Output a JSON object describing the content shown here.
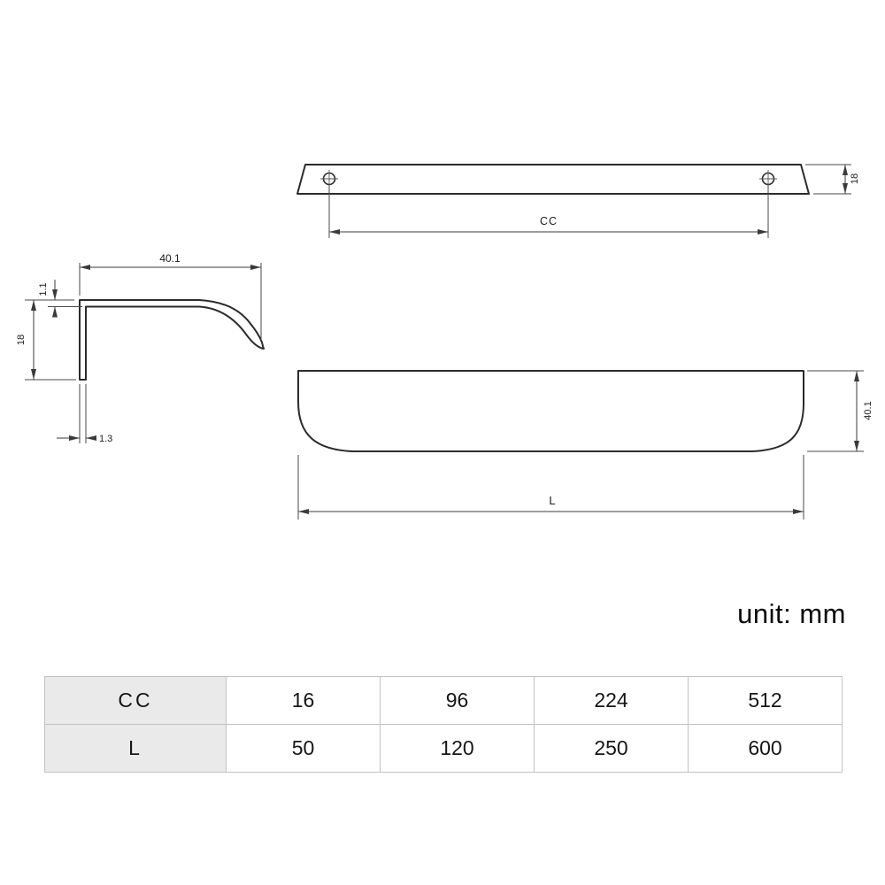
{
  "unit_label": "unit: mm",
  "views": {
    "top": {
      "cc_label": "CC",
      "thickness_label": "18"
    },
    "side": {
      "width_label": "40.1",
      "lip_label": "1.1",
      "height_label": "18",
      "leg_label": "1.3"
    },
    "front": {
      "length_label": "L",
      "height_label": "40.1"
    }
  },
  "table": {
    "rows": [
      {
        "label": "CC",
        "values": [
          "16",
          "96",
          "224",
          "512"
        ]
      },
      {
        "label": "L",
        "values": [
          "50",
          "120",
          "250",
          "600"
        ]
      }
    ]
  }
}
